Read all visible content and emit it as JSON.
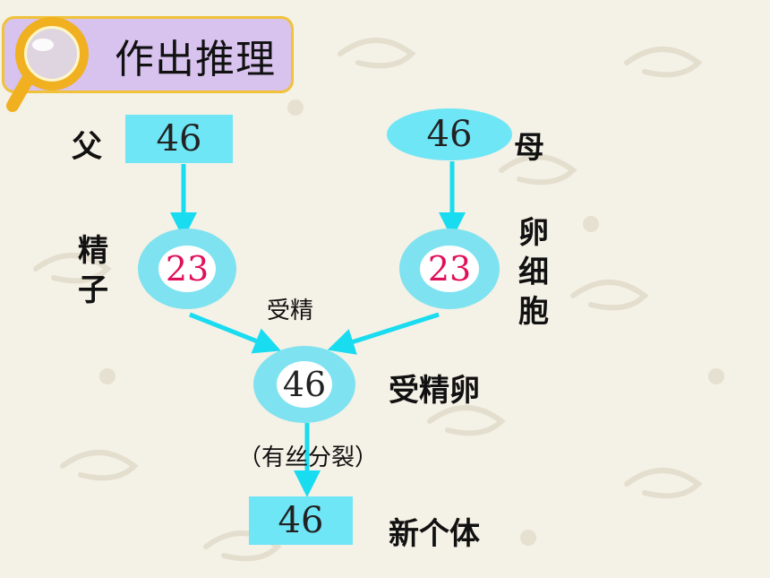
{
  "title": "作出推理",
  "father_label": "父",
  "mother_label": "母",
  "sperm_label": "精子",
  "egg_label": "卵细胞",
  "fertilization_label": "受精",
  "zygote_label": "受精卵",
  "mitosis_label": "（有丝分裂）",
  "new_individual_label": "新个体",
  "father_value": "46",
  "mother_value": "46",
  "sperm_value": "23",
  "egg_value": "23",
  "zygote_value": "46",
  "new_individual_value": "46",
  "colors": {
    "node_fill": "#6ee6f6",
    "arrow": "#19dcf0",
    "gamete_number": "#e0105a",
    "title_bg": "#d8c2ee",
    "title_border": "#f0c23a"
  }
}
